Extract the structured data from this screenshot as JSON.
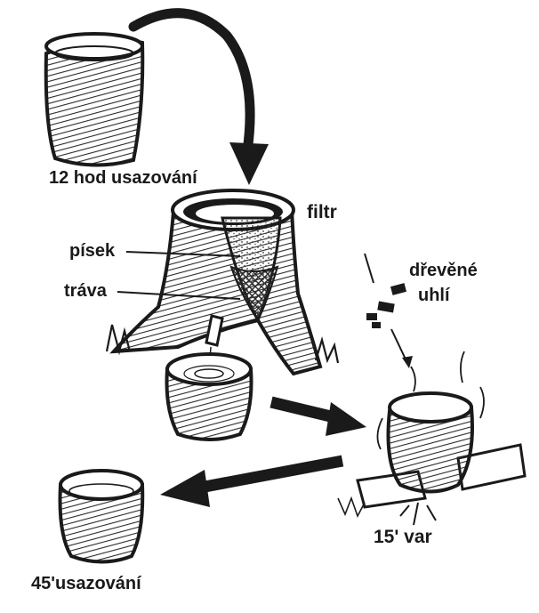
{
  "labels": {
    "settle_12h": "12 hod usazování",
    "filter": "filtr",
    "sand": "písek",
    "grass": "tráva",
    "charcoal_line1": "dřevěné",
    "charcoal_line2": "uhlí",
    "boil": "15' var",
    "settle_45": "45'usazování"
  },
  "colors": {
    "ink": "#1a1a1a",
    "paper": "#ffffff",
    "hatch": "#2b2b2b",
    "sand_dots": "#3a3a3a"
  }
}
